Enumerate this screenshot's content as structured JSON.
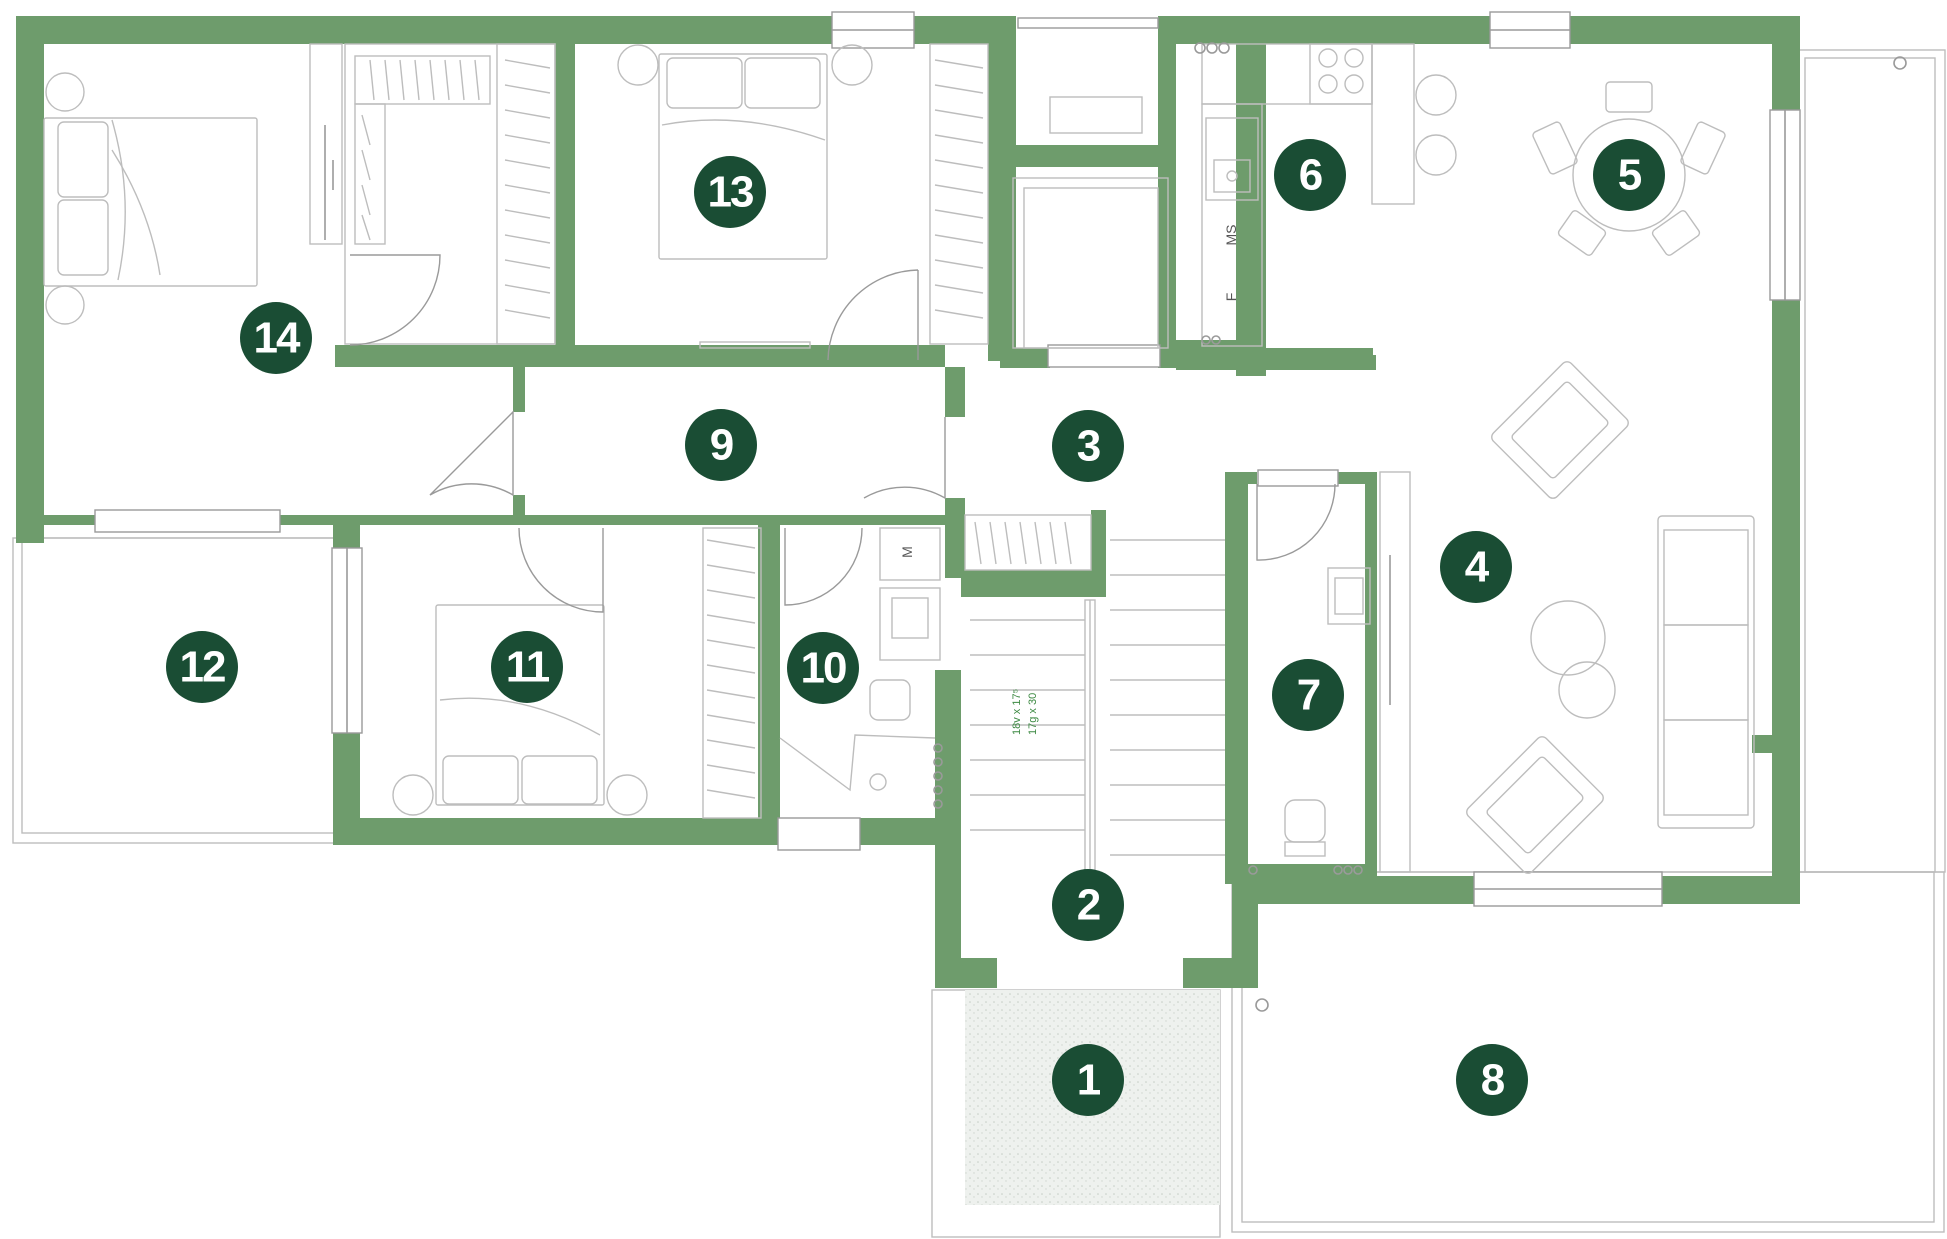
{
  "plan": {
    "rooms": [
      {
        "number": "1"
      },
      {
        "number": "2"
      },
      {
        "number": "3"
      },
      {
        "number": "4"
      },
      {
        "number": "5"
      },
      {
        "number": "6"
      },
      {
        "number": "7"
      },
      {
        "number": "8"
      },
      {
        "number": "9"
      },
      {
        "number": "10"
      },
      {
        "number": "11"
      },
      {
        "number": "12"
      },
      {
        "number": "13"
      },
      {
        "number": "14"
      }
    ],
    "fixture_labels": {
      "kitchen_ms": "MS",
      "kitchen_f": "F",
      "bath_m": "M"
    },
    "stair_spec": {
      "line1": "18v x 17⁵",
      "line2": "17g x 30"
    },
    "colors": {
      "wall": "#6e9c6c",
      "badge": "#1a4d34",
      "badge_text": "#ffffff"
    }
  }
}
